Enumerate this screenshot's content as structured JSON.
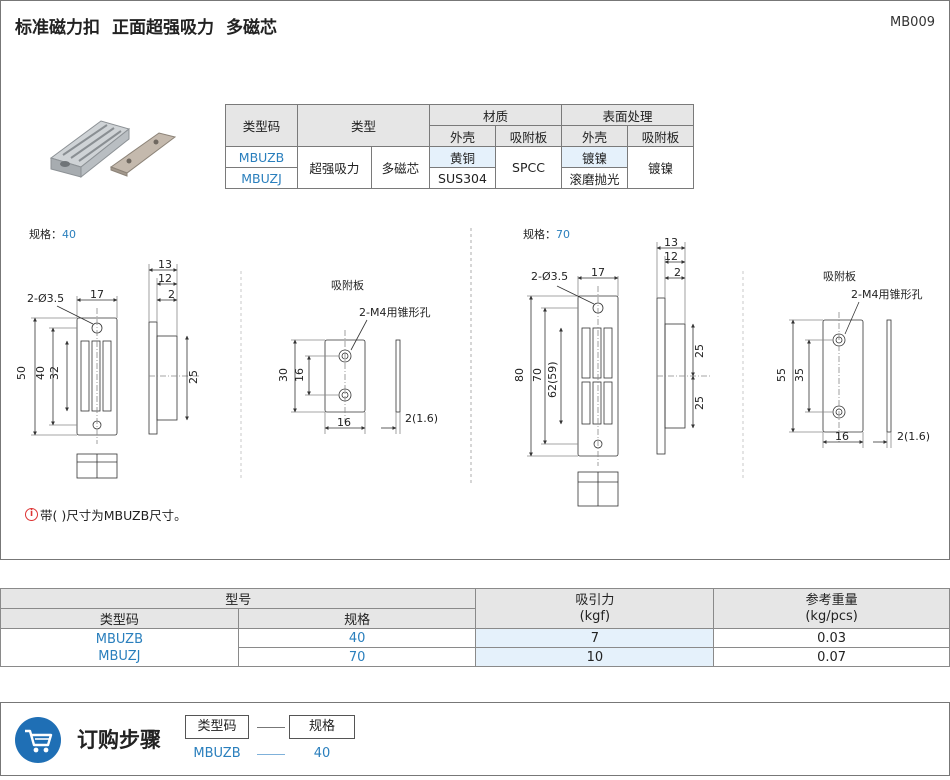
{
  "header": {
    "title_parts": [
      "标准磁力扣",
      "正面超强吸力",
      "多磁芯"
    ],
    "code": "MB009"
  },
  "spec_table": {
    "h_type_code": "类型码",
    "h_type": "类型",
    "h_material": "材质",
    "h_surface": "表面处理",
    "h_shell": "外壳",
    "h_plate": "吸附板",
    "rows": [
      {
        "code": "MBUZB",
        "shell_mat": "黄铜",
        "shell_surface": "镀镍"
      },
      {
        "code": "MBUZJ",
        "shell_mat": "SUS304",
        "shell_surface": "滚磨抛光"
      }
    ],
    "type_a": "超强吸力",
    "type_b": "多磁芯",
    "plate_mat": "SPCC",
    "plate_surface": "镀镍"
  },
  "drawing": {
    "spec_label": "规格：",
    "spec_40": "40",
    "spec_70": "70",
    "plate_label": "吸附板",
    "hole_note_m4": "2-M4用锥形孔",
    "hole_note_d35": "2-Ø3.5",
    "d40": {
      "w17": "17",
      "h50": "50",
      "h40": "40",
      "h32": "32",
      "s13": "13",
      "s12": "12",
      "s2": "2",
      "s25": "25",
      "p30": "30",
      "p16v": "16",
      "p16h": "16",
      "pt": "2(1.6)"
    },
    "d70": {
      "w17": "17",
      "h80": "80",
      "h70": "70",
      "h62": "62(59)",
      "s13": "13",
      "s12": "12",
      "s2": "2",
      "s25a": "25",
      "s25b": "25",
      "p55": "55",
      "p35": "35",
      "p16h": "16",
      "pt": "2(1.6)"
    }
  },
  "note": {
    "text": "带(  )尺寸为MBUZB尺寸。"
  },
  "model_table": {
    "h_model": "型号",
    "h_type_code": "类型码",
    "h_spec": "规格",
    "h_force": "吸引力\n(kgf)",
    "h_weight": "参考重量\n(kg/pcs)",
    "type_codes": [
      "MBUZB",
      "MBUZJ"
    ],
    "rows": [
      {
        "spec": "40",
        "force": "7",
        "weight": "0.03"
      },
      {
        "spec": "70",
        "force": "10",
        "weight": "0.07"
      }
    ]
  },
  "order": {
    "title": "订购步骤",
    "box1": "类型码",
    "box2": "规格",
    "val1": "MBUZB",
    "val2": "40"
  },
  "colors": {
    "accent_blue": "#2a7fbd",
    "highlight": "#e5f1fb",
    "header_gray": "#e6e6e6",
    "cart_blue": "#1f6fb5"
  }
}
